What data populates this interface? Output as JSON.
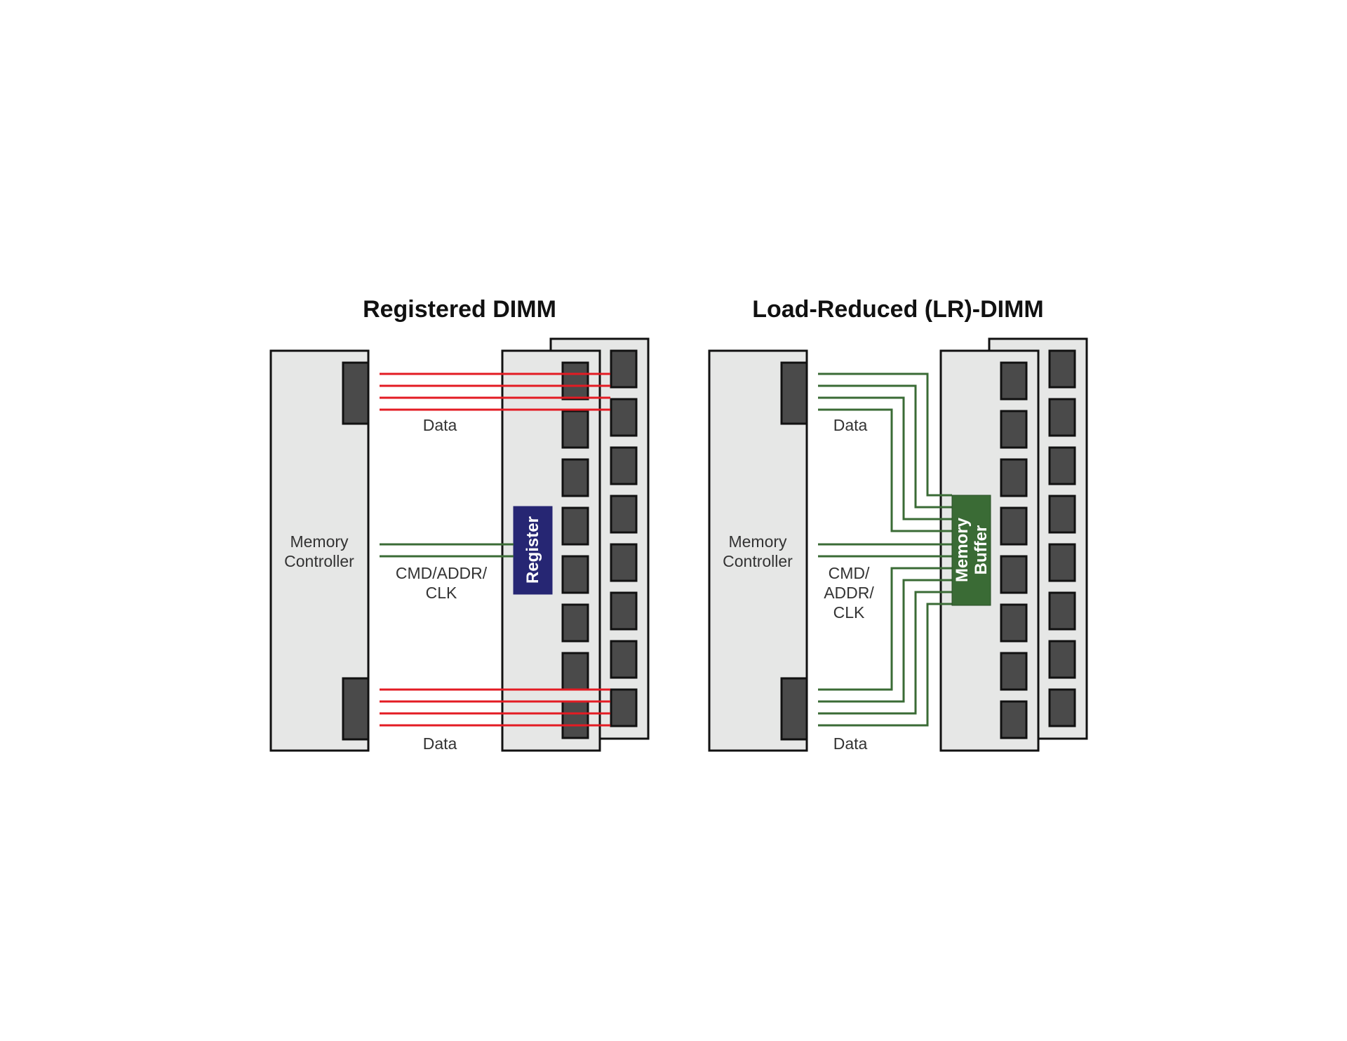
{
  "colors": {
    "data_line_red": "#e31b23",
    "data_line_green": "#3a6b35",
    "cmd_line_green": "#3a6b35",
    "register_fill": "#262673",
    "buffer_fill": "#3a6b35",
    "module_fill": "#e6e7e6",
    "dram_chip_fill": "#4a4a4a"
  },
  "left": {
    "title": "Registered DIMM",
    "controller_label_1": "Memory",
    "controller_label_2": "Controller",
    "data_top": "Data",
    "data_bottom": "Data",
    "cmd_label_1": "CMD/ADDR/",
    "cmd_label_2": "CLK",
    "register_label": "Register"
  },
  "right": {
    "title": "Load-Reduced (LR)-DIMM",
    "controller_label_1": "Memory",
    "controller_label_2": "Controller",
    "data_top": "Data",
    "data_bottom": "Data",
    "cmd_label_1": "CMD/",
    "cmd_label_2": "ADDR/",
    "cmd_label_3": "CLK",
    "buffer_label_1": "Memory",
    "buffer_label_2": "Buffer"
  }
}
